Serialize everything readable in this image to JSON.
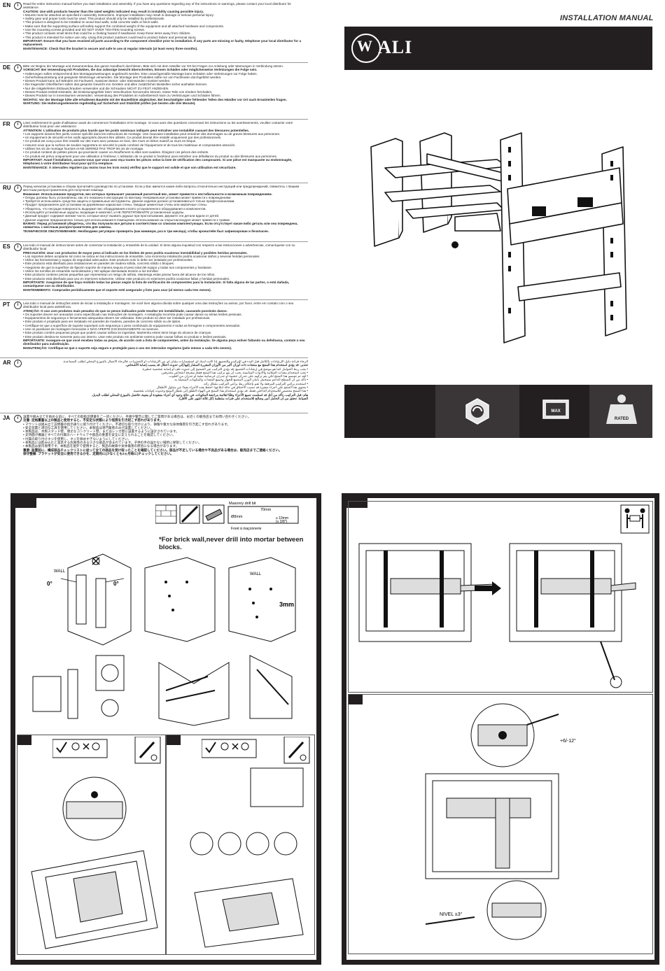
{
  "cover": {
    "title": "INSTALLATION MANUAL",
    "brand": "ALI",
    "brand_initial": "W"
  },
  "warnings": [
    {
      "code": "EN",
      "lines": [
        "Read the entire instruction manual before you start installation and assembly. If you have any questions regarding any of the instructions or warnings, please contact your local distributor for assistance.",
        "CAUTION: Use with products heavier than the rated weights indicated may result in instability causing possible injury.",
        "• Mounts must be attached as specified in assembly instructions. Improper installation may result in damage or serious personal injury.",
        "• Safety gear and proper tools must be used. This product should only be installed by professionals.",
        "• This product is designed to be installed on wood stud walls, solid concrete walls or brick walls.",
        "• Make sure that the supporting surface will safely support the combined weight of the equipment and all attached hardware and components.",
        "• Use the mounting screws provided and DO NOT OVER TIGHTEN mounting screws.",
        "• This product contains small items that could be a choking hazard if swallowed. Keep these items away from children.",
        "• This product is intended for indoor use only. Using this product outdoors could lead to product failure and personal injury.",
        "IMPORTANT: Ensure that you have received all parts according to the component checklist prior to installation. If any parts are missing or faulty, telephone your local distributor for a replacement.",
        "MAINTENANCE: Check that the bracket is secure and safe to use at regular intervals (at least every three months)."
      ]
    },
    {
      "code": "DE",
      "lines": [
        "Bitte vor Beginn der Montage und Zusammenbau das ganze Handbuch durchlesen. Bitte sich mit dem Händler vor Ort bei Fragen zur Anleitung oder Warnungen in Verbindung setzen.",
        "VORSICHT: Bei Verwendung mit Produkten, die das zulässige Gewicht überschreiten, können Schäden oder möglicherweise Verletzungen die Folge sein.",
        "• Halterungen sollen entsprechend den Montageanweisungen angebracht werden. Eine unsachgemäße Montage kann Schäden oder Verletzungen zur Folge haben.",
        "• Sicherheitsausrüstung und geeignete Werkzeuge verwenden. Die Montage des Produktes sollte nur von Fachleuten durchgeführt werden.",
        "• Dieses Produkt kann auf Wänden mit Fachwerk, massiven Beton- oder Steinwänden montiert werden.",
        "• Die tragenden Oberflächen sollen das gesamte Gewicht von Geräten und allen zusätzlichen Beistellen sicher aushalten können.",
        "• Nur die mitgelieferten Einbauschrauben verwenden und die Schrauben NICHT ZU FEST ANZIEHEN.",
        "• Dieses Produkt enthält Kleinteile, die Erstickungsgefahr beim Verschlucken hervorrufen können. Diese Teile von Kindern fernhalten.",
        "• Dieses Produkt nur in Innenräumen verwenden. Verwendung des Produktes im Außenbereich kann zu Verletzungen und Schäden führen.",
        "WICHTIG: Vor der Montage bitte alle erhaltenen Bauteile mit der Bauteilliste abgleichen. Bei beschädigter oder fehlender Teilen den Händler vor Ort nach Ersatzteilen fragen.",
        "WARTUNG: Die Halterungselemente regelmäßig auf Sicherheit und Stabilität prüfen (am besten alle drei Monate)."
      ]
    },
    {
      "code": "FR",
      "lines": [
        "Lisez entièrement le guide d'utilisateur avant de commencer l'installation et le montage. Si vous avez des questions concernant les instructions ou les avertissements, veuillez contacter votre distributeur local pour une assistance.",
        "ATTENTION: L'utilisation de produits plus lourds que les poids nominaux indiqués peut entraîner une instabilité causant des blessures potentielles.",
        "• Les supports doivent être joints comme spécifié dans les instructions de montage. Une mauvaise installation peut entraîner des dommages ou de graves blessures aux personnes.",
        "• Un équipement de sécurité et les outils appropriés doivent être utilisés. Ce produit devrait être installé uniquement par des professionnels.",
        "• Ce produit est conçu pour être installé sur des murs avec poteaux en bois, des murs en béton massif ou murs en brique.",
        "• Assurez-vous que la surface de soutien supportera en sécurité le poids combiné de l'équipement et de tous les matériaux et composantes associés.",
        "• Utilisez les vis de montage fournies et NE SERREZ PAS TROP les vis de montage.",
        "• Ce produit contient de petites pièces qui pourraient causer un étouffement si elles sont avalées. Éloignez ces pièces des enfants.",
        "• Ce produit est prévu uniquement pour une utilisation à l'intérieur. L'utilisation de ce produit à l'extérieur peut entraîner une défaillance du produit ou des blessures aux personnes.",
        "IMPORTANT: Avant l'installation, assurez-vous que vous avez reçu toutes les pièces selon la liste de vérification des composants. Si une pièce est manquante ou endommagée, téléphonez à votre distributeur local pour qu'il la remplace.",
        "MAINTENANCE: À intervalles réguliers (au moins tous les trois mois) vérifiez que le support est solide et que son utilisation est sécuritaire."
      ]
    },
    {
      "code": "RU",
      "lines": [
        "Перед началом установки и сборки прочитайте руководство по установке. Если у Вас имеются какие-либо вопросы относительно инструкций или предупреждений, свяжитесь с Вашим местным распространителем для получения помощи.",
        "Внимание: Использование продуктов, вес которых превышает указанный расчетный вес, может привести к нестабильности и возможным повреждениям.",
        "• Опоры должны быть установлены, как это показано в инструкции по монтажу. Неправильная установка может привести к повреждениям.",
        "• Требуется использовать средства защиты и правильные инструменты. Данное изделие должно устанавливаться только профессионалами.",
        "• Продукт предназначен для установки на деревянные каркасные стены, твердые цементные стены или кирпичные стены.",
        "• Убедитесь, что несущая поверхность выдержит вес оборудования и всего установленного оборудования и компонентов.",
        "• Используйте установочные шурупы, входящие в комплект, и НЕ ПЕРЕТЯГИВАЙТЕ установочные шурупы.",
        "• Данный продукт содержит мелкие части, которые могут вызвать удушье при проглатывании. Держите эти детали вдали от детей.",
        "• Данное изделие предназначено только для использования в помещении. Использование на открытом воздухе может привести к травме.",
        "ВАЖНО: Перед установкой убедитесь, что Вы получили все детали в соответствии со списком комплектующих. Если отсутствует какая-либо деталь или она повреждена, свяжитесь с местным распространителем для замены.",
        "ТЕХНИЧЕСКОЕ ОБСЛУЖИВАНИЕ: Необходимо регулярно проверять (как минимум, раз в три месяца), чтобы кронштейн был зафиксирован и безопасен."
      ]
    },
    {
      "code": "ES",
      "lines": [
        "Lea todo el manual de instrucciones antes de comenzar la instalación y ensamble de la unidad. Si tiene alguna inquietud con respecto a las instrucciones o advertencias, comuníquese con su distribuidor local.",
        "PRECAUCIÓN: Usar con productos de mayor peso al indicado en los límites de peso podría ocasionar inestabilidad y posibles heridas personales.",
        "• Los soportes deben acoplarse tal como se indica en las instrucciones de ensamble. Una incorrecta instalación podría ocasionar daños y severas heridas personales.",
        "• Utilice las herramientas y equipo de seguridad adecuados. Este producto solo lo debe ser instalado por profesionales.",
        "• Este producto está diseñado para instalaciones en paredes de madera sólida, concreto sólido o bloques.",
        "• Asegúrese de que la superficie de fijación soporte de manera segura el peso total del equipo y todas sus componentes y hardware.",
        "• Utilice los tornillos de ensamble suministrados y NO aplique demasiada tensión a los tornillos.",
        "• Este producto contiene piezas pequeñas que representan un riesgo de asfixia. Mantenga estas piezas fuera del alcance de los niños.",
        "• Este producto está diseñado para uso en interiores solamente. Utilizar este producto en exteriores podría ocasionar fallas y heridas personales.",
        "IMPORTANTE: Asegúrese de que haya recibido todas las piezas según la lista de verificación de componentes para la instalación. Si falta alguna de las partes, o está dañada, comuníquese con su distribuidor.",
        "MANTENIMIENTO: Compruebe periódicamente que el soporte esté asegurado y listo para usar (al menos cada tres meses)."
      ]
    },
    {
      "code": "PT",
      "lines": [
        "Leia todo o manual de instruções antes de iniciar a instalação e montagem. Se você tiver alguma dúvida sobre qualquer uma das instruções ou avisos, por favor, entre em contato com o seu distribuidor local para assistência.",
        "ATENÇÃO: O uso com produtos mais pesados do que os pesos indicados pode resultar em instabilidade, causando possíveis danos.",
        "• Os suportes devem ser anexados como especificado nas instruções de montagem. A instalação incorreta pode causar danos ou sérias lesões pessoais.",
        "• Equipamentos de segurança e ferramentas adequadas devem ser utilizadas. Este produto só deve ser instalado por profissionais.",
        "• Este produto é projetado para ser instalado em paredes de madeira, paredes de concreto sólido ou de tijolos.",
        "• Certifique-se que a superfície de suporte suportará com segurança o peso combinado do equipamento e todas as ferragens e componentes anexados.",
        "• Use os parafusos de montagem fornecidos e NÃO APERTE EXCESSIVAMENTE os mesmos.",
        "• Este produto contém pequenas peças que podem causar asfixia se ingeridas. Mantenha esses itens longe do alcance de crianças.",
        "• Este produto destina-se somente para uso interno. Usar este produto em ambiente externo pode causar falhas no produto e lesões pessoais.",
        "IMPORTANTE: Assegure-se que você recebeu todas as peças, de acordo com a lista de componentes, antes da instalação. Se alguma peça estiver faltando ou defeituosa, contate o seu distribuidor para substituição.",
        "MANUTENÇÃO: Certifique-se que o suporte seja seguro e protegido para o uso em intervalos regulares (pelo menos a cada três meses)."
      ]
    },
    {
      "code": "AR",
      "lines": [
        "الرجاء قراءة دليل الإرشادات بالكامل قبل البدء في التركيب والتجميع. إذا كانت لديك أي استفسارات بشأن أي من الإرشادات أو التحذيرات، فالرجاء الاتصال بالموزع المحلي لطلب المساعدة.",
        "تحذير: قد يؤدي استخدام هذا المنتج مع منتجات ذات أوزان أكبر من الأوزان المقررة المشار إليها إلى حدوث اختلال قد يسبب إصابة الأشخاص.",
        "• يجب ربط الحوامل كما هو موضح في إرشادات التجميع. قد يؤدي التركيب غير الصحيح إلى حدوث تلف أو إصابة شخصية خطيرة.",
        "• يجب استخدام معدات السلامة والأدوات المناسبة. يجب أن يتم تركيب هذا المنتج فقط بمعرفة أشخاص محترفين.",
        "• لقد تم تصميم هذا المنتج لكي يتم تركيبه على جدران خشبية أو جدران خرسانية صلبة أو جدران من الطوب.",
        "• تأكد من أن السطح الداعم سيتحمل بأمان الوزن المجمع للجهاز وجميع المعدات والمكونات المتصلة به.",
        "• استخدم براغي التركيب المرفقة ولا تقم بإحكام ربط براغي التركيب بشكل زائد.",
        "• يحتوي هذا المنتج على أجزاء صغيرة قد تسبب الاختناق في حالة ابتلاعها. احفظ هذه الأجزاء بعيدًا عن متناول الأطفال.",
        "• هذا المنتج مخصص للاستخدام الداخلي فقط. قد يؤدي استخدام هذا المنتج في الهواء الطلق إلى تعطل المنتج وحدوث إصابات شخصية.",
        "هام: قبل التركيب، تأكد من أنك قد استلمت جميع الأجزاء وفقًا لقائمة مراجعة المكونات. في حالة وجود أي أجزاء مفقودة أو معيبة، فاتصل بالموزع المحلي لطلب البديل.",
        "الصيانة: تحقق من أن الحامل آمن وصالح للاستخدام على فترات منتظمة (كل ثلاثة أشهر على الأقل)."
      ]
    },
    {
      "code": "JA",
      "lines": [
        "設置や組み立てを始める前に、すべての取扱説明書をご一読ください。手順や警告に関してご質問がある場合は、お近くの販売店までお問い合わせください。",
        "注意: 定格重量以上の製品と使用すると、不安定な状態により怪我を引き起こす恐れがあります。",
        "• マウントは組み立て説明書の指示通りに取り付けてください。不適切な取り付けにより、損傷や重大な身体傷害を引き起こす恐れがあります。",
        "• 安全装置と適切な工具を使用してください。本製品は専門業者のみが設置してください。",
        "• 本製品は、木製スタッド壁、頑丈なコンクリート壁、またはレンガ壁に設置するように設計されています。",
        "• 支持面が機器とすべての付属のハードウェアや部品の重量を安全に支えられることを確認してください。",
        "• 付属の取り付けネジを使用し、ネジを締めすぎないようにしてください。",
        "• 本製品には飲み込むと窒息する危険性のある小さな部品が含まれています。子供の手の届かない場所に保管してください。",
        "• 本製品は屋内専用です。本製品を屋外で使用すると、製品の故障や身体傷害の原因になる場合があります。",
        "重要: 設置前に、構成部品チェックリストに従って全ての部品を受け取ったことを確認してください。部品が不足している場合や不良品がある場合は、販売店までご連絡ください。",
        "保守整備: ブラケットが安全に使用できるかを、定期的に(少なくとも3ヵ月毎に)チェックしてください。"
      ]
    }
  ],
  "features": {
    "max_label": "MAX",
    "max_value": "\"",
    "rated_label": "RATED"
  },
  "left_panel": {
    "drill_bit_label": "Masonry drill bit",
    "drill_bit_sub": "Foret à maçonnerie",
    "drill_diam": "Ø8mm",
    "drill_depth": "≥ 10mm",
    "drill_depth_in": "(≥ 3/8\")",
    "drill_mm": "70mm",
    "brick_note": "*For brick wall,never drill into mortar between blocks.",
    "wall_label_1": "WALL",
    "wall_label_2": "WALL",
    "angle_1": "0°",
    "angle_2": "0°",
    "depth_3mm": "3mm"
  },
  "right_panel": {
    "torque_label": "+6/-12°",
    "level_label": "NIVEL ±3°"
  }
}
